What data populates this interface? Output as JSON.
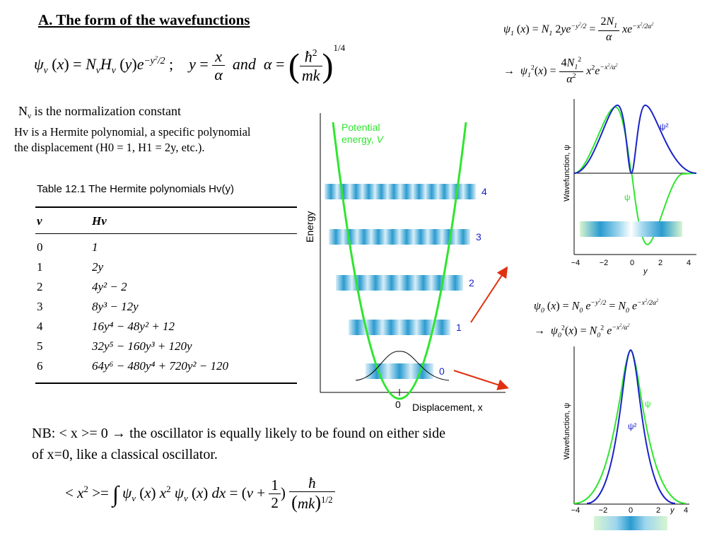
{
  "slide": {
    "title": "A. The form of the wavefunctions",
    "normalization_note": "is the normalization constant",
    "hermite_desc_line1": "Hv is a Hermite polynomial, a specific polynomial",
    "hermite_desc_line2": "the displacement (H0 = 1, H1 = 2y, etc.).",
    "nb_text": "NB:  < x >= 0 → the oscillator is equally likely to be found on either side of x=0, like a classical oscillator."
  },
  "table": {
    "caption": "Table 12.1 The Hermite polynomials Hv(y)",
    "col_v": "v",
    "col_h": "Hv",
    "rows": [
      {
        "v": "0",
        "h": "1"
      },
      {
        "v": "1",
        "h": "2y"
      },
      {
        "v": "2",
        "h": "4y² − 2"
      },
      {
        "v": "3",
        "h": "8y³ − 12y"
      },
      {
        "v": "4",
        "h": "16y⁴ − 48y² + 12"
      },
      {
        "v": "5",
        "h": "32y⁵ − 160y³ + 120y"
      },
      {
        "v": "6",
        "h": "64y⁶ − 480y⁴ + 720y² − 120"
      }
    ]
  },
  "potential_plot": {
    "potential_label_1": "Potential",
    "potential_label_2": "energy,",
    "potential_label_v": "V",
    "ylabel": "Energy",
    "xlabel": "Displacement,  x",
    "origin_label": "0",
    "levels": [
      "0",
      "1",
      "2",
      "3",
      "4"
    ]
  },
  "psi1_plot": {
    "ylabel": "Wavefunction, ψ",
    "xlabel": "y",
    "psi_label": "ψ",
    "psi2_label": "ψ²",
    "ticks": [
      "−4",
      "−2",
      "0",
      "2",
      "4"
    ]
  },
  "psi0_plot": {
    "ylabel": "Wavefunction, ψ",
    "xlabel": "y",
    "psi_label": "ψ",
    "psi2_label": "ψ²",
    "ticks": [
      "−4",
      "−2",
      "0",
      "2",
      "4"
    ]
  },
  "colors": {
    "green": "#2ee62e",
    "blue": "#1a23c8",
    "level_blue": "#2a9bd0",
    "arrow_red": "#e03010"
  }
}
